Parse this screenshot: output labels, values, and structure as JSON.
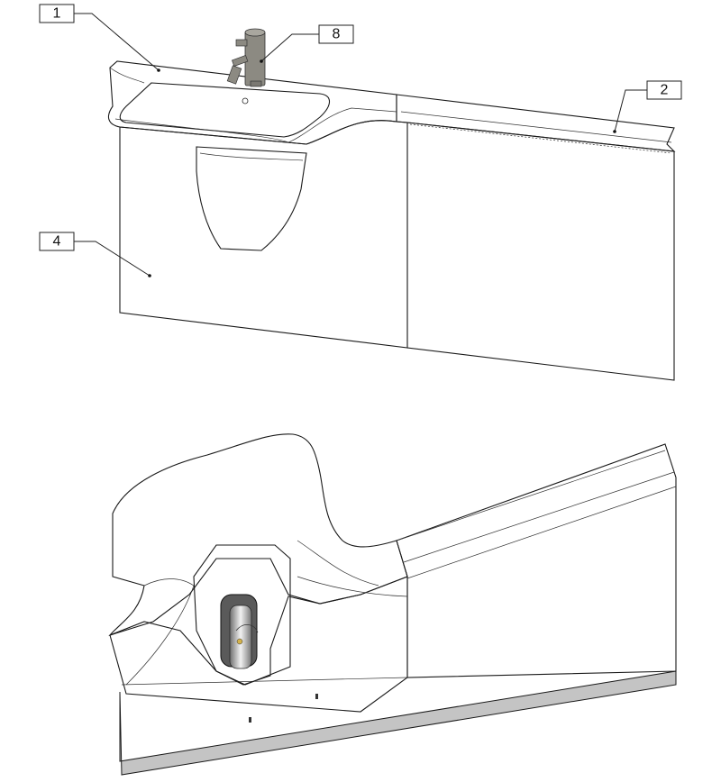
{
  "callouts": [
    {
      "id": "1",
      "label": "1"
    },
    {
      "id": "8",
      "label": "8"
    },
    {
      "id": "2",
      "label": "2"
    },
    {
      "id": "4",
      "label": "4"
    }
  ],
  "colors": {
    "panel": "#c9c9c9",
    "panel_dark": "#b8b8b8",
    "countertop": "#f7f7f7",
    "basin": "#e8e8e8",
    "faucet": "#8c8a82",
    "outline": "#1a1a1a"
  }
}
